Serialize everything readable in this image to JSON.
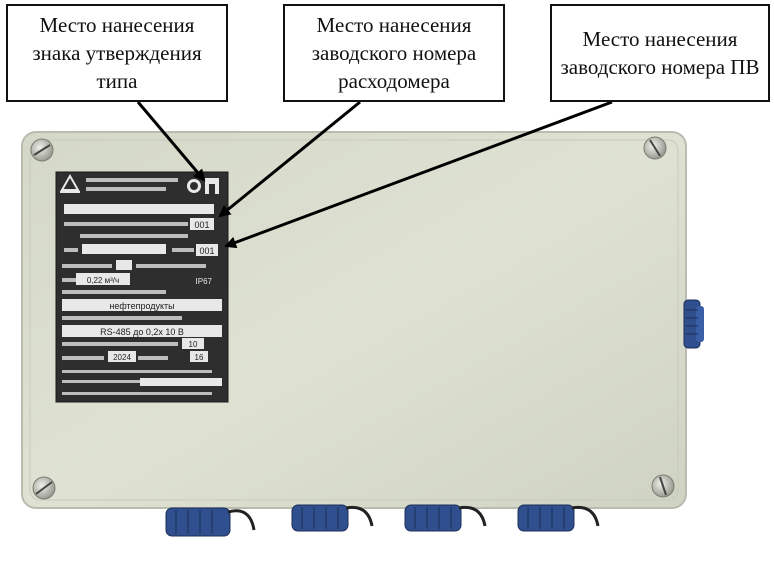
{
  "callouts": {
    "type_approval": "Место нанесения знака утверждения типа",
    "flowmeter_serial": "Место нанесения заводского номера расходомера",
    "pv_serial": "Место нанесения заводского номера ПВ"
  },
  "nameplate": {
    "values": {
      "serial_small": "001",
      "serial_pv": "001",
      "product": "нефтепродукты",
      "interface": "RS-485 до 0,2х 10 В",
      "percent": "10",
      "year": "2024",
      "mass": "16",
      "ip": "IP67",
      "flow": "0,22 м³/ч"
    }
  },
  "colors": {
    "enclosure": "#d9dccd",
    "plate": "#2e2e2e",
    "connector": "#2f4f8f"
  }
}
